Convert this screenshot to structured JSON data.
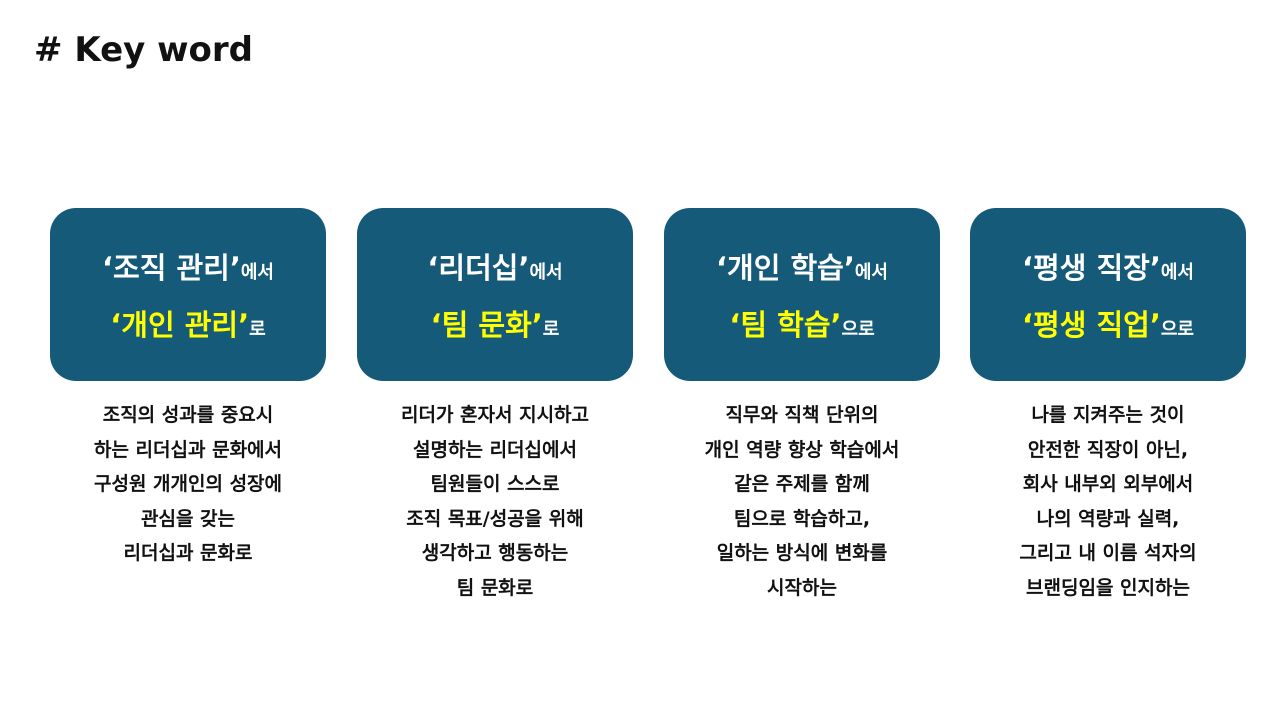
{
  "title": "# Key word",
  "cards": [
    {
      "from_keyword": "‘조직 관리’",
      "from_suffix": "에서",
      "to_keyword": "‘개인 관리’",
      "to_suffix": "로",
      "description": [
        "조직의 성과를 중요시",
        "하는 리더십과 문화에서",
        "구성원 개개인의 성장에",
        "관심을 갖는",
        "리더십과 문화로"
      ]
    },
    {
      "from_keyword": "‘리더십’",
      "from_suffix": "에서",
      "to_keyword": "‘팀 문화’",
      "to_suffix": "로",
      "description": [
        "리더가 혼자서 지시하고",
        "설명하는 리더십에서",
        "팀원들이 스스로",
        "조직 목표/성공을 위해",
        "생각하고 행동하는",
        "팀 문화로"
      ]
    },
    {
      "from_keyword": "‘개인 학습’",
      "from_suffix": "에서",
      "to_keyword": "‘팀 학습’",
      "to_suffix": "으로",
      "description": [
        "직무와 직책 단위의",
        "개인 역량 향상 학습에서",
        "같은 주제를 함께",
        "팀으로 학습하고,",
        "일하는 방식에 변화를",
        "시작하는"
      ]
    },
    {
      "from_keyword": "‘평생 직장’",
      "from_suffix": "에서",
      "to_keyword": "‘평생 직업’",
      "to_suffix": "으로",
      "description": [
        "나를 지켜주는 것이",
        "안전한 직장이 아닌,",
        "회사 내부외 외부에서",
        "나의 역량과 실력,",
        "그리고 내 이름 석자의",
        "브랜딩임을 인지하는"
      ]
    }
  ]
}
